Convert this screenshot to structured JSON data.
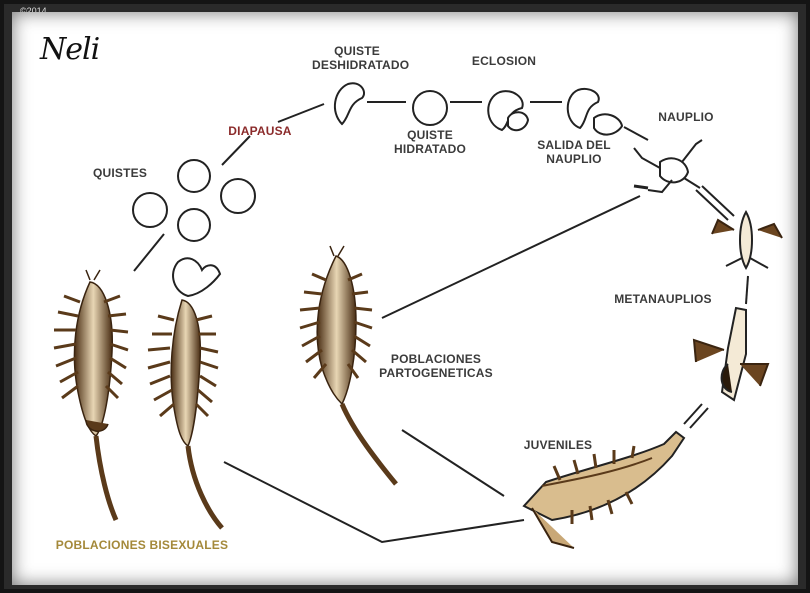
{
  "copyright": "©2014",
  "signature": "Neli",
  "labels": {
    "quiste_deshidratado_1": "QUISTE",
    "quiste_deshidratado_2": "DESHIDRATADO",
    "eclosion": "ECLOSION",
    "diapausa": "DIAPAUSA",
    "quiste_hidratado_1": "QUISTE",
    "quiste_hidratado_2": "HIDRATADO",
    "salida_1": "SALIDA DEL",
    "salida_2": "NAUPLIO",
    "nauplio": "NAUPLIO",
    "quistes": "QUISTES",
    "metanauplios": "METANAUPLIOS",
    "partogeneticas_1": "POBLACIONES",
    "partogeneticas_2": "PARTOGENETICAS",
    "juveniles": "JUVENILES",
    "bisexuales": "POBLACIONES BISEXUALES"
  },
  "colors": {
    "body_fill": "#c9a877",
    "body_dark": "#5a3a1a",
    "line": "#222222",
    "diapausa": "#8b2b2b",
    "bisexuales": "#a4893a"
  }
}
